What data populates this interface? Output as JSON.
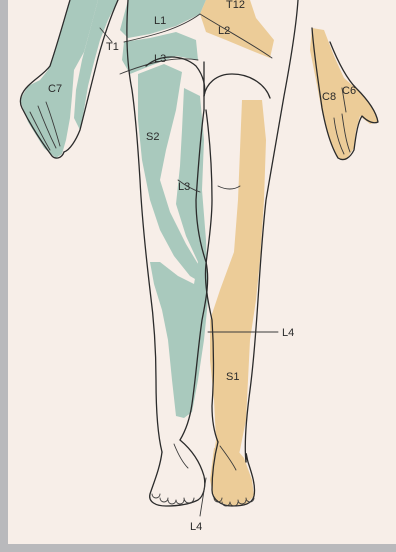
{
  "colors": {
    "paper": "#f7eee8",
    "frame": "#b9b9bc",
    "teal_zone": "#a9c9bd",
    "orange_zone": "#eccc98",
    "line": "#2b2b2b"
  },
  "labels": {
    "t12": "T12",
    "l1": "L1",
    "l2": "L2",
    "t1": "T1",
    "l3_top": "L3",
    "c7": "C7",
    "c8": "C8",
    "c6": "C6",
    "s2": "S2",
    "l3_leg": "L3",
    "l4_leg": "L4",
    "s1": "S1",
    "l4_foot": "L4"
  }
}
